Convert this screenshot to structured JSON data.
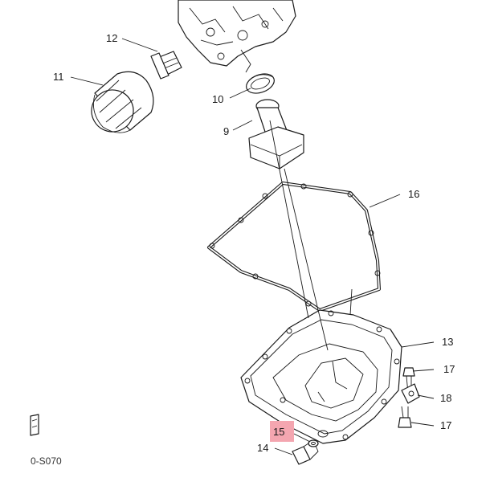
{
  "callouts": {
    "n9": "9",
    "n10": "10",
    "n11": "11",
    "n12": "12",
    "n13": "13",
    "n14": "14",
    "n15": "15",
    "n16": "16",
    "n17a": "17",
    "n17b": "17",
    "n18": "18"
  },
  "footer_code": "0-S070",
  "highlight_color": "#f4a6b0",
  "line_color": "#1a1a1a"
}
